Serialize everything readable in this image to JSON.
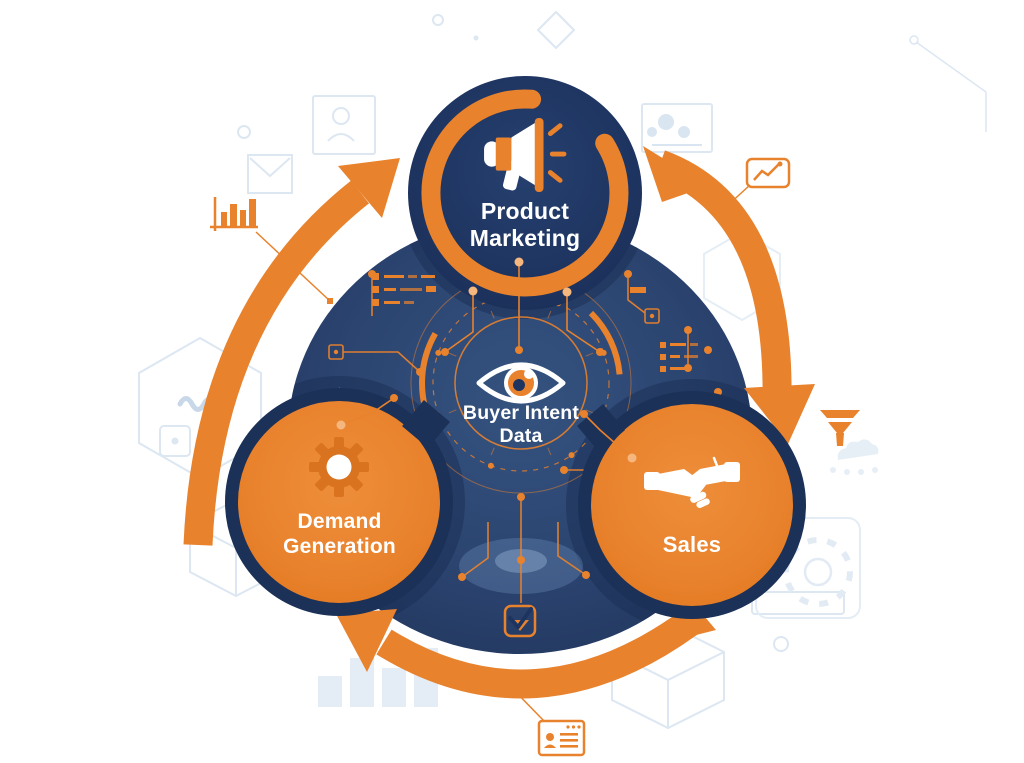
{
  "diagram": {
    "type": "cycle",
    "direction": "clockwise",
    "hub": {
      "label": "Buyer Intent Data",
      "icon": "eye-icon"
    },
    "nodes": [
      {
        "id": "product-marketing",
        "label": "Product Marketing",
        "icon": "megaphone-icon",
        "position": "top",
        "style": "navy-circle-with-orange-ring"
      },
      {
        "id": "sales",
        "label": "Sales",
        "icon": "handshake-icon",
        "position": "bottom-right",
        "style": "orange-circle-navy-border"
      },
      {
        "id": "demand-generation",
        "label": "Demand Generation",
        "icon": "gear-icon",
        "position": "bottom-left",
        "style": "orange-circle-navy-border"
      }
    ],
    "arrows": [
      {
        "from": "demand-generation",
        "to": "product-marketing",
        "side": "left"
      },
      {
        "from": "product-marketing",
        "to": "sales",
        "side": "right"
      },
      {
        "from": "sales",
        "to": "demand-generation",
        "side": "bottom"
      }
    ]
  },
  "decorative_icons": [
    "bar-chart-icon",
    "trend-chart-icon",
    "funnel-icon",
    "checkbox-icon",
    "contact-card-icon",
    "envelope-icon",
    "user-card-icon",
    "team-card-icon",
    "hexagon-icon",
    "cube-icon",
    "wave-icon",
    "gear-outline-icon",
    "cloud-icon",
    "bar-graph-icon",
    "diamond-icon",
    "circuit-pattern"
  ],
  "colors": {
    "orange": "#E8812C",
    "orange_light_dot": "#F5B77E",
    "navy_node": "#1E3460",
    "navy_border": "#1C3157",
    "navy_hub_blob": "#2B4470",
    "faint_blue": "#DCE7F2",
    "white": "#FFFFFF",
    "background": "#FFFFFF"
  }
}
